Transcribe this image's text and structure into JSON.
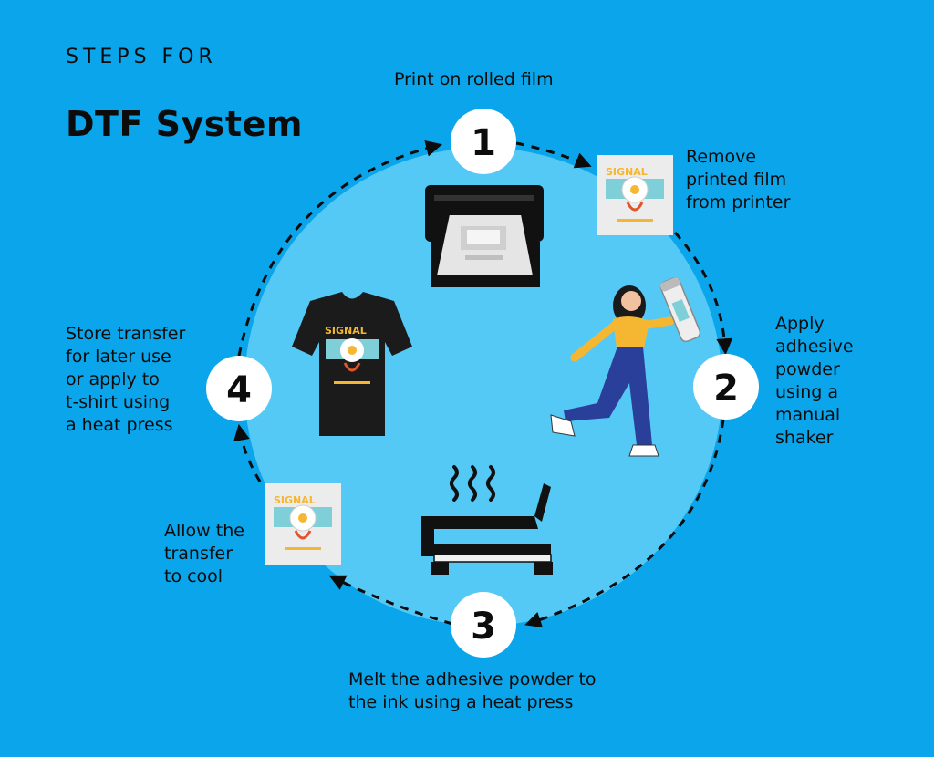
{
  "header": {
    "kicker": "STEPS FOR",
    "title": "DTF System"
  },
  "steps": [
    {
      "number": "1",
      "label": "Print on rolled film"
    },
    {
      "number": "2",
      "label": "Apply\nadhesive\npowder\nusing a\nmanual\nshaker"
    },
    {
      "number": "3",
      "label": "Melt the adhesive powder to\nthe ink using a heat press"
    },
    {
      "number": "4",
      "label": "Store transfer\nfor later use\nor apply to\nt-shirt using\na heat press"
    }
  ],
  "intermediate": {
    "remove_label": "Remove\nprinted film\nfrom printer",
    "cool_label": "Allow the\ntransfer\nto cool"
  },
  "colors": {
    "background": "#0aa5ea",
    "circle_fill": "#55c9f5",
    "badge": "#ffffff",
    "text": "#0c0c0c",
    "accent_yellow": "#f5b731",
    "accent_navy": "#2a3f9a"
  },
  "icons": [
    "printer-icon",
    "film-sheet-icon",
    "woman-with-shaker-icon",
    "heat-press-icon",
    "tshirt-icon"
  ]
}
